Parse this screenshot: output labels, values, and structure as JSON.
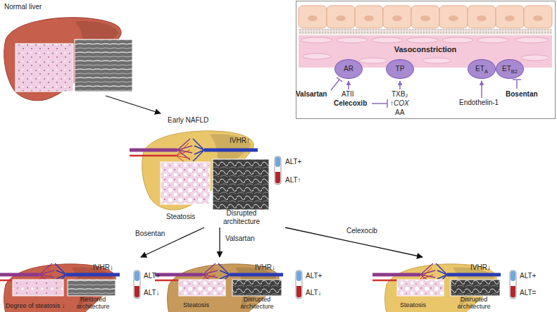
{
  "diagram": {
    "nodes": [
      {
        "text": [
          "Normal liver"
        ]
      },
      {
        "text": [
          "Early NAFLD",
          "IVHR↑",
          "ALT+",
          "ALT↑",
          "Steatosis",
          "Disrupted architecture"
        ]
      },
      {
        "text": [
          "IVHR↓",
          "ALT+",
          "ALT↓",
          "Degree of steatosis ↓",
          "Restored architecture"
        ]
      },
      {
        "text": [
          "IVHR↓",
          "ALT+",
          "ALT↓",
          "Steatosis",
          "Disrupted architecture"
        ]
      },
      {
        "text": [
          "IVHR↓",
          "ALT+",
          "ALT=",
          "Steatosis",
          "Disrupted architecture"
        ]
      },
      {
        "text": [
          "Vasoconstriction"
        ]
      },
      {
        "text": [
          "AR"
        ],
        "in": 5
      },
      {
        "text": [
          "TP"
        ],
        "in": 5
      },
      {
        "text": [
          "ETA"
        ],
        "in": 5
      },
      {
        "text": [
          "ETB2"
        ],
        "in": 5
      }
    ],
    "edges": [
      {
        "from": 0,
        "to": 1,
        "arrow": "to"
      },
      {
        "from": 1,
        "to": 2,
        "label": "Bosentan",
        "arrow": "to"
      },
      {
        "from": 1,
        "to": 3,
        "label": "Valsartan",
        "arrow": "to"
      },
      {
        "from": 1,
        "to": 4,
        "label": "Celexocib",
        "arrow": "to"
      }
    ],
    "labels": [
      "Valsartan",
      "ATII",
      "TXB₂",
      "Celecoxib",
      "↑COX",
      "AA",
      "Endothelin-1",
      "Bosentan"
    ]
  }
}
